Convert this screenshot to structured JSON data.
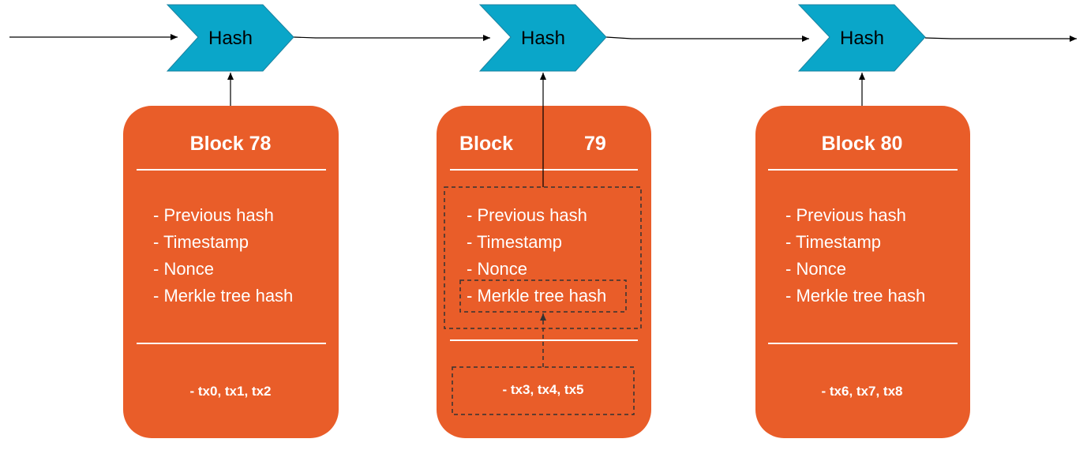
{
  "colors": {
    "hash_fill": "#0aa6c9",
    "block_fill": "#e95d29",
    "divider": "#ffffff",
    "arrow": "#000000",
    "dashed": "#333333"
  },
  "hash_nodes": [
    {
      "label": "Hash"
    },
    {
      "label": "Hash"
    },
    {
      "label": "Hash"
    }
  ],
  "blocks": [
    {
      "title": "Block 78",
      "fields": [
        "- Previous hash",
        "- Timestamp",
        "- Nonce",
        "- Merkle tree hash"
      ],
      "transactions": "- tx0, tx1, tx2"
    },
    {
      "title_word": "Block",
      "title_number": "79",
      "fields": [
        "- Previous hash",
        "- Timestamp",
        "- Nonce",
        "- Merkle tree hash"
      ],
      "transactions": "- tx3, tx4, tx5"
    },
    {
      "title": "Block 80",
      "fields": [
        "- Previous hash",
        "- Timestamp",
        "- Nonce",
        "- Merkle tree hash"
      ],
      "transactions": "- tx6, tx7, tx8"
    }
  ]
}
